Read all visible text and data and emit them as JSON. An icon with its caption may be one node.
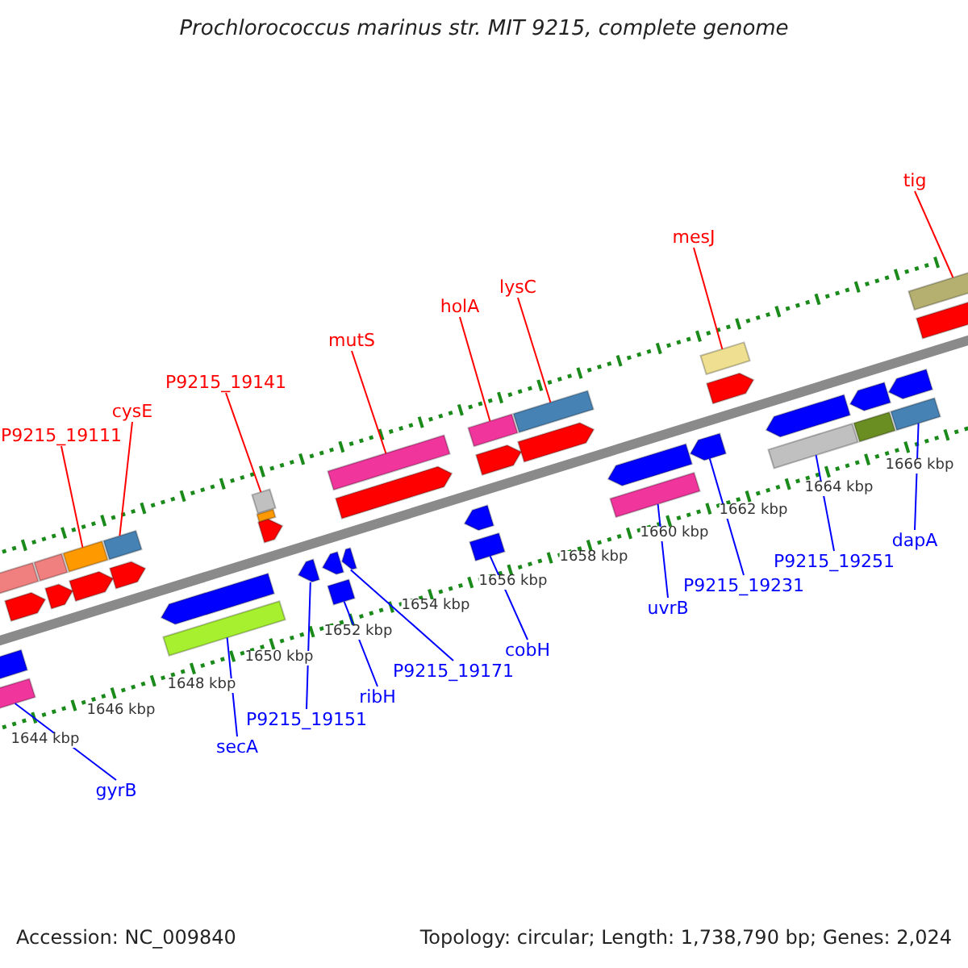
{
  "diagram": {
    "title": "Prochlorococcus marinus str. MIT 9215, complete genome",
    "nodes": [
      {
        "text": [
          "P9215_19111"
        ]
      },
      {
        "text": [
          "cysE"
        ]
      },
      {
        "text": [
          "P9215_19141"
        ]
      },
      {
        "text": [
          "mutS"
        ]
      },
      {
        "text": [
          "holA"
        ]
      },
      {
        "text": [
          "lysC"
        ]
      },
      {
        "text": [
          "mesJ"
        ]
      },
      {
        "text": [
          "tig"
        ]
      },
      {
        "text": [
          "gyrB"
        ]
      },
      {
        "text": [
          "secA"
        ]
      },
      {
        "text": [
          "P9215_19151"
        ]
      },
      {
        "text": [
          "ribH"
        ]
      },
      {
        "text": [
          "P9215_19171"
        ]
      },
      {
        "text": [
          "cobH"
        ]
      },
      {
        "text": [
          "uvrB"
        ]
      },
      {
        "text": [
          "P9215_19231"
        ]
      },
      {
        "text": [
          "P9215_19251"
        ]
      },
      {
        "text": [
          "dapA"
        ]
      },
      {
        "text": [],
        "shape": "pentagon"
      },
      {
        "text": [],
        "shape": "box"
      },
      {
        "text": [],
        "shape": "box"
      },
      {
        "text": [],
        "shape": "pentagon"
      },
      {
        "text": [],
        "shape": "box"
      },
      {
        "text": [],
        "shape": "pentagon"
      },
      {
        "text": [],
        "shape": "box"
      },
      {
        "text": [],
        "shape": "pentagon"
      },
      {
        "text": [],
        "shape": "box"
      },
      {
        "text": [],
        "shape": "pentagon"
      },
      {
        "text": [],
        "shape": "pentagon"
      },
      {
        "text": [],
        "shape": "box"
      },
      {
        "text": [],
        "shape": "box"
      },
      {
        "text": [],
        "shape": "box"
      },
      {
        "text": [],
        "shape": "pentagon"
      },
      {
        "text": [],
        "shape": "pentagon"
      },
      {
        "text": [],
        "shape": "pentagon"
      },
      {
        "text": [],
        "shape": "box"
      },
      {
        "text": [],
        "shape": "pentagon"
      },
      {
        "text": [],
        "shape": "box"
      },
      {
        "text": [],
        "shape": "pentagon"
      },
      {
        "text": [],
        "shape": "pentagon"
      },
      {
        "text": [],
        "shape": "box"
      },
      {
        "text": [],
        "shape": "box"
      },
      {
        "text": [],
        "shape": "pentagon"
      },
      {
        "text": [],
        "shape": "box"
      },
      {
        "text": [],
        "shape": "pentagon"
      },
      {
        "text": [],
        "shape": "pentagon"
      },
      {
        "text": [],
        "shape": "box"
      },
      {
        "text": [],
        "shape": "pentagon"
      },
      {
        "text": [],
        "shape": "box"
      },
      {
        "text": [],
        "shape": "pentagon"
      },
      {
        "text": [],
        "shape": "pentagon"
      },
      {
        "text": [],
        "shape": "box"
      },
      {
        "text": [],
        "shape": "pentagon"
      },
      {
        "text": [],
        "shape": "box"
      },
      {
        "text": [],
        "shape": "pentagon"
      },
      {
        "text": [],
        "shape": "box"
      },
      {
        "text": [],
        "shape": "box"
      },
      {
        "text": [],
        "shape": "pentagon"
      }
    ],
    "edges": [
      {
        "from": 0,
        "to": 24,
        "arrow": "none",
        "color": "#ff0000"
      },
      {
        "from": 1,
        "to": 26,
        "arrow": "none",
        "color": "#ff0000"
      },
      {
        "from": 2,
        "to": 30,
        "arrow": "none",
        "color": "#ff0000"
      },
      {
        "from": 3,
        "to": 37,
        "arrow": "none",
        "color": "#ff0000"
      },
      {
        "from": 4,
        "to": 41,
        "arrow": "none",
        "color": "#ff0000"
      },
      {
        "from": 5,
        "to": 43,
        "arrow": "none",
        "color": "#ff0000"
      },
      {
        "from": 6,
        "to": 48,
        "arrow": "none",
        "color": "#ff0000"
      },
      {
        "from": 7,
        "to": 56,
        "arrow": "none",
        "color": "#ff0000"
      },
      {
        "from": 8,
        "to": 19,
        "arrow": "none"
      },
      {
        "from": 9,
        "to": 29,
        "arrow": "none"
      },
      {
        "from": 10,
        "to": 33,
        "arrow": "none"
      },
      {
        "from": 11,
        "to": 35,
        "arrow": "none"
      },
      {
        "from": 12,
        "to": 36,
        "arrow": "none"
      },
      {
        "from": 13,
        "to": 40,
        "arrow": "none"
      },
      {
        "from": 14,
        "to": 46,
        "arrow": "none"
      },
      {
        "from": 15,
        "to": 47,
        "arrow": "none"
      },
      {
        "from": 16,
        "to": 51,
        "arrow": "none"
      },
      {
        "from": 17,
        "to": 55,
        "arrow": "none"
      }
    ],
    "labels": [
      "1644 kbp",
      "1646 kbp",
      "1648 kbp",
      "1650 kbp",
      "1652 kbp",
      "1654 kbp",
      "1656 kbp",
      "1658 kbp",
      "1660 kbp",
      "1662 kbp",
      "1664 kbp",
      "1666 kbp",
      "Accession: NC_009840",
      "Topology: circular; Length: 1,738,790 bp; Genes: 2,024"
    ]
  }
}
